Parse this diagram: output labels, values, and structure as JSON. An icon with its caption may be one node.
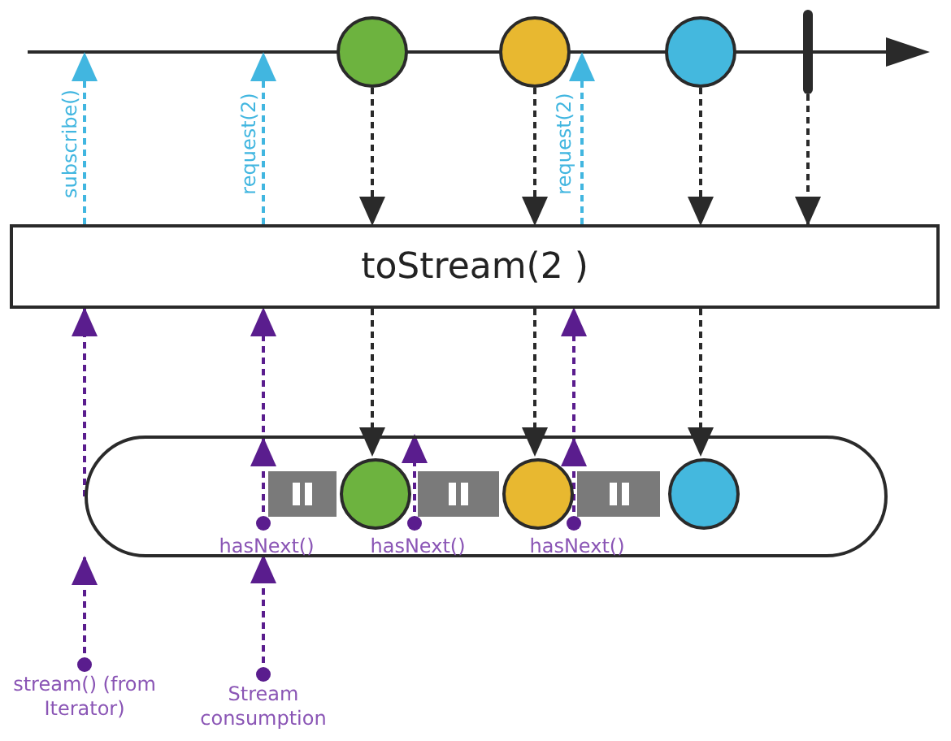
{
  "diagram": {
    "nodes": [
      {
        "text": [],
        "shape": "circle"
      },
      {
        "text": [],
        "shape": "circle"
      },
      {
        "text": [],
        "shape": "circle"
      },
      {
        "text": [],
        "shape": "bar"
      },
      {
        "text": [
          "toStream(2 )"
        ]
      },
      {
        "text": [],
        "shape": "box"
      },
      {
        "text": [],
        "shape": "box",
        "in": 5
      },
      {
        "text": [],
        "shape": "circle",
        "in": 5
      },
      {
        "text": [],
        "shape": "box",
        "in": 5
      },
      {
        "text": [],
        "shape": "circle",
        "in": 5
      },
      {
        "text": [],
        "shape": "box",
        "in": 5
      },
      {
        "text": [],
        "shape": "circle",
        "in": 5
      },
      {
        "text": [
          "hasNext()"
        ],
        "in": 5
      },
      {
        "text": [
          "hasNext()"
        ],
        "in": 5
      },
      {
        "text": [
          "hasNext()"
        ],
        "in": 5
      },
      {
        "text": [
          "stream() (from Iterator)"
        ]
      },
      {
        "text": [
          "Stream consumption"
        ]
      },
      {
        "text": [],
        "shape": "line"
      }
    ],
    "edges": [
      {
        "from": 4,
        "to": 17,
        "arrow": "to",
        "label": "subscribe()",
        "style": "dashed",
        "color": "#41b6e0"
      },
      {
        "from": 4,
        "to": 17,
        "arrow": "to",
        "label": "request(2)",
        "style": "dashed",
        "color": "#41b6e0"
      },
      {
        "from": 4,
        "to": 17,
        "arrow": "to",
        "label": "request(2)",
        "style": "dashed",
        "color": "#41b6e0"
      },
      {
        "from": 0,
        "to": 4,
        "arrow": "to",
        "style": "dashed"
      },
      {
        "from": 1,
        "to": 4,
        "arrow": "to",
        "style": "dashed"
      },
      {
        "from": 2,
        "to": 4,
        "arrow": "to",
        "style": "dashed"
      },
      {
        "from": 3,
        "to": 4,
        "arrow": "to",
        "style": "dashed"
      },
      {
        "from": 4,
        "to": 7,
        "arrow": "to",
        "style": "dashed"
      },
      {
        "from": 4,
        "to": 9,
        "arrow": "to",
        "style": "dashed"
      },
      {
        "from": 4,
        "to": 11,
        "arrow": "to",
        "style": "dashed"
      },
      {
        "from": 15,
        "to": 5,
        "arrow": "to",
        "style": "dashed",
        "color": "#5a1d8e"
      },
      {
        "from": 5,
        "to": 4,
        "arrow": "to",
        "style": "dashed",
        "color": "#5a1d8e"
      },
      {
        "from": 16,
        "to": 12,
        "arrow": "to",
        "style": "dashed",
        "color": "#5a1d8e"
      },
      {
        "from": 12,
        "to": 4,
        "arrow": "to",
        "style": "dashed",
        "color": "#5a1d8e"
      },
      {
        "from": 13,
        "to": 5,
        "arrow": "to",
        "style": "dashed",
        "color": "#5a1d8e"
      },
      {
        "from": 14,
        "to": 4,
        "arrow": "to",
        "style": "dashed",
        "color": "#5a1d8e"
      }
    ]
  }
}
